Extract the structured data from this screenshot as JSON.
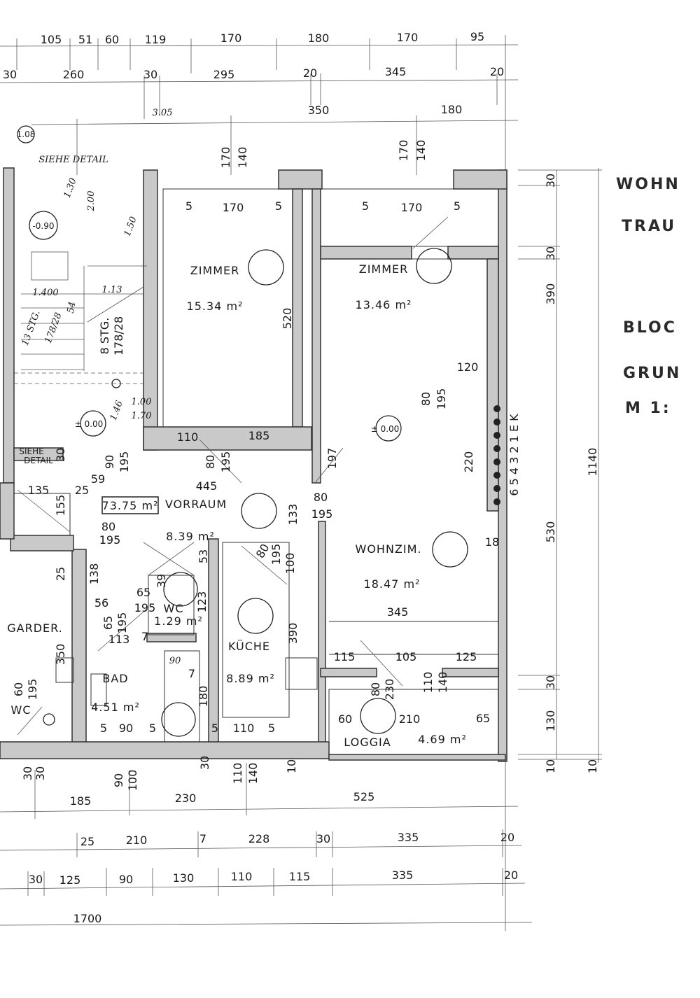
{
  "title": {
    "line1": "WOHN",
    "line2": "TRAU",
    "line3": "BLOC",
    "line4": "GRUN",
    "line5": "M 1:"
  },
  "rooms": {
    "zimmer1": {
      "name": "ZIMMER",
      "area": "15.34 m²"
    },
    "zimmer2": {
      "name": "ZIMMER",
      "area": "13.46 m²"
    },
    "wohnzim": {
      "name": "WOHNZIM.",
      "area": "18.47 m²"
    },
    "loggia": {
      "name": "LOGGIA",
      "area": "4.69 m²"
    },
    "vorraum": {
      "name": "VORRAUM",
      "area": "8.39 m²",
      "total": "73.75 m²"
    },
    "wc": {
      "name": "WC",
      "area": "1.29 m²"
    },
    "kueche": {
      "name": "KÜCHE",
      "area": "8.89 m²"
    },
    "bad": {
      "name": "BAD",
      "area": "4.51 m²"
    },
    "garder": {
      "name": "GARDER."
    },
    "wc2": {
      "name": "WC"
    }
  },
  "levels": {
    "stair_landing": "-0.90",
    "stair_floor": "± 0.00",
    "wohnzim": "± 0.00"
  },
  "notes": {
    "siehe_detail": "SIEHE DETAIL",
    "siehe": "SIEHE",
    "detail": "DETAIL",
    "stg8": "8 STG.",
    "stg8_ratio": "178/28",
    "stg13": "13 STG.",
    "stg13_ratio": "178/28",
    "ref": "1.08",
    "ek": "6 5 4 3 2 1 E K"
  },
  "dims": {
    "top": [
      "105",
      "51",
      "60",
      "119",
      "170",
      "180",
      "170",
      "95"
    ],
    "second": [
      "30",
      "260",
      "30",
      "295",
      "20",
      "345",
      "20"
    ],
    "third": [
      "3.05",
      "350",
      "180"
    ],
    "row_185": [
      "185",
      "230",
      "525"
    ],
    "row_25": [
      "25",
      "210",
      "7",
      "228",
      "30",
      "335",
      "20"
    ],
    "row_30": [
      "30",
      "125",
      "90",
      "130",
      "110",
      "115",
      "335",
      "20"
    ],
    "total": "1700",
    "right": [
      "30",
      "390",
      "30",
      "530",
      "30",
      "130",
      "10",
      "10",
      "1140"
    ],
    "misc": [
      "170",
      "140",
      "170",
      "140",
      "5",
      "170",
      "5",
      "5",
      "170",
      "5",
      "520",
      "120",
      "80",
      "195",
      "220",
      "197",
      "18",
      "345",
      "115",
      "105",
      "125",
      "80",
      "230",
      "110",
      "140",
      "60",
      "210",
      "65",
      "185",
      "110",
      "80",
      "195",
      "445",
      "135",
      "25",
      "155",
      "59",
      "90",
      "195",
      "30",
      "133",
      "80",
      "195",
      "80",
      "195",
      "138",
      "25",
      "53",
      "39",
      "65",
      "195",
      "123",
      "56",
      "65",
      "195",
      "113",
      "350",
      "390",
      "7",
      "90",
      "7",
      "180",
      "60",
      "195",
      "5",
      "90",
      "5",
      "5",
      "110",
      "5",
      "30",
      "30",
      "90",
      "100",
      "30",
      "110",
      "140",
      "10",
      "1.400",
      "1.13",
      "1.30",
      "2.00",
      "1.50",
      "1.00",
      "1.70",
      "1.46",
      "54",
      "80",
      "195",
      "100"
    ]
  }
}
